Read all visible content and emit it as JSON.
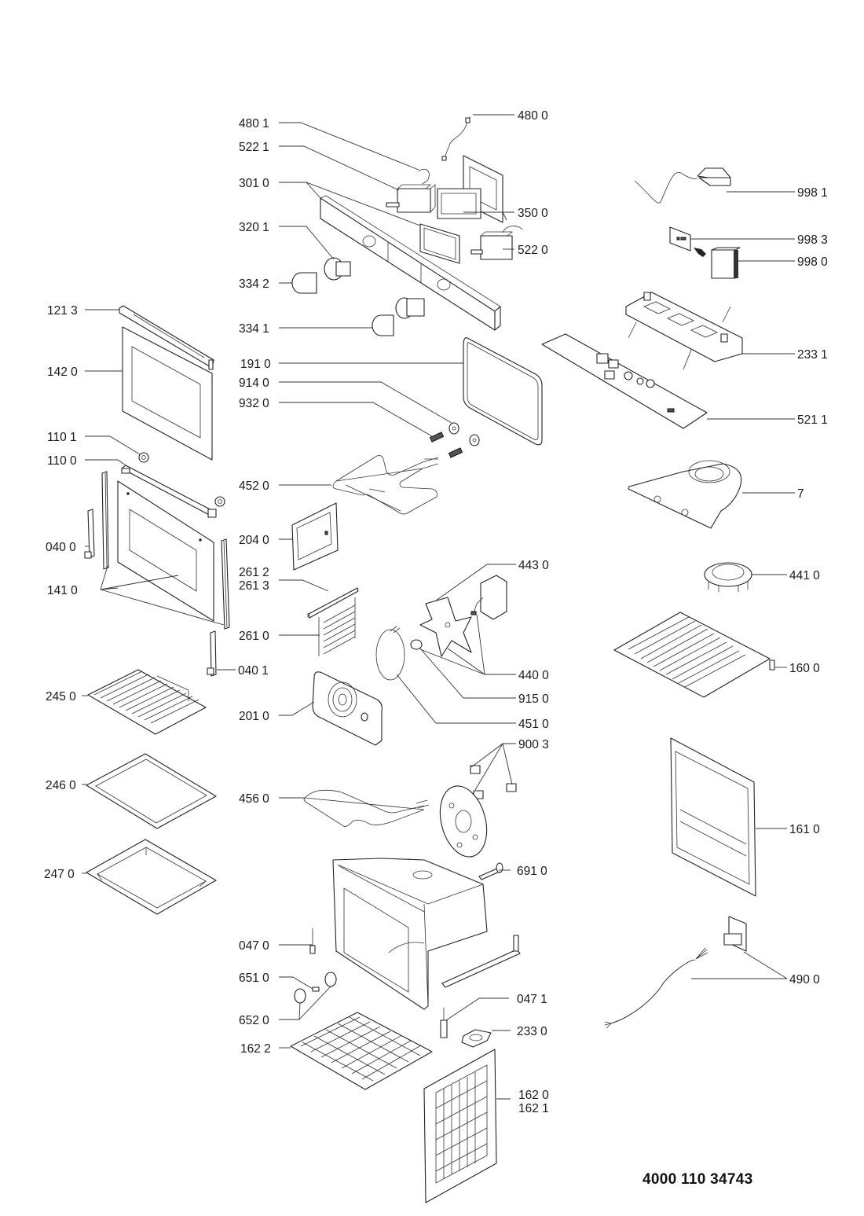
{
  "document": {
    "title": "Oven exploded parts diagram",
    "document_number": "4000 110 34743"
  },
  "parts": {
    "p4801": "480 1",
    "p4800": "480 0",
    "p5221": "522 1",
    "p3010": "301 0",
    "p3500": "350 0",
    "p3201": "320 1",
    "p5220": "522 0",
    "p3342": "334 2",
    "p3341": "334 1",
    "p9981": "998 1",
    "p9983": "998 3",
    "p9980": "998 0",
    "p2331": "233 1",
    "p5211": "521 1",
    "p1213": "121 3",
    "p1420": "142 0",
    "p1910": "191 0",
    "p9140": "914 0",
    "p9320": "932 0",
    "p1101": "110 1",
    "p1100": "110 0",
    "p4520": "452 0",
    "p7": "7",
    "p0400": "040 0",
    "p2040": "204 0",
    "p1410": "141 0",
    "p2612": "261 2",
    "p2613": "261 3",
    "p4430": "443 0",
    "p4410": "441 0",
    "p2610": "261 0",
    "p0401": "040 1",
    "p4400": "440 0",
    "p1600": "160 0",
    "p2450": "245 0",
    "p2010": "201 0",
    "p9150": "915 0",
    "p4510": "451 0",
    "p9003": "900 3",
    "p2460": "246 0",
    "p4560": "456 0",
    "p1610": "161 0",
    "p2470": "247 0",
    "p6910": "691 0",
    "p0470": "047 0",
    "p6510": "651 0",
    "p4900": "490 0",
    "p0471": "047 1",
    "p6520": "652 0",
    "p2330": "233 0",
    "p1622": "162 2",
    "p1620": "162 0",
    "p1621": "162 1"
  }
}
